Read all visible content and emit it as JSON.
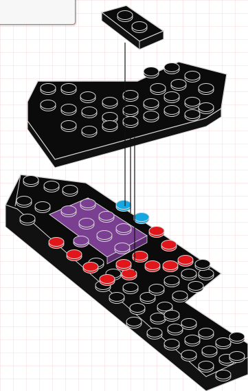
{
  "colors": {
    "background": "#ffffff",
    "grid": "#efb7bd",
    "brick_black": "#0b0b0b",
    "brick_outline": "#d8d8d8",
    "purple": "#7b3f92",
    "red": "#e0161b",
    "blue": "#17a7e0",
    "frame_border": "#d96a6a"
  },
  "parts": [
    {
      "name": "1x2-black-tile",
      "color": "black"
    },
    {
      "name": "black-plate-assembly",
      "color": "black"
    },
    {
      "name": "black-base-plate",
      "color": "black"
    },
    {
      "name": "purple-brick",
      "color": "purple"
    },
    {
      "name": "red-studs",
      "color": "red"
    },
    {
      "name": "blue-studs",
      "color": "blue"
    }
  ]
}
